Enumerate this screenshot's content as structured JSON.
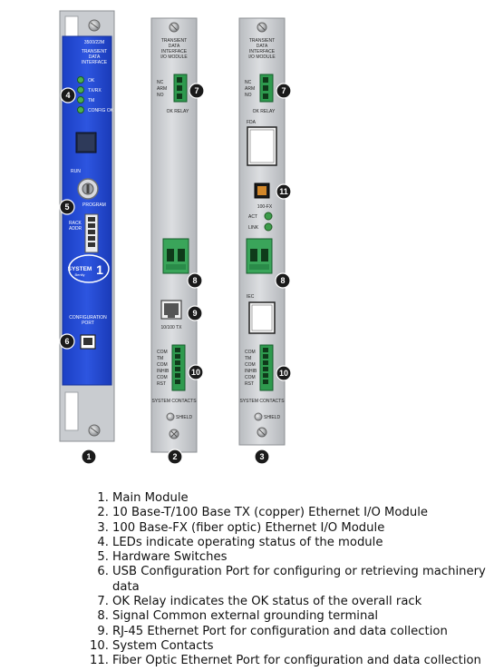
{
  "modules": {
    "main": {
      "header_code": "3500/22M",
      "title_line1": "TRANSIENT",
      "title_line2": "DATA",
      "title_line3": "INTERFACE",
      "leds": [
        "OK",
        "TX/RX",
        "TM",
        "CONFIG OK"
      ],
      "run_label": "RUN",
      "program_label": "PROGRAM",
      "rack_label1": "RACK",
      "rack_label2": "ADDR",
      "logo_text1": "SYSTEM",
      "logo_text2": "1",
      "logo_text3": "Bently",
      "config_label1": "CONFIGURATION",
      "config_label2": "PORT"
    },
    "io_copper": {
      "title1": "TRANSIENT",
      "title2": "DATA",
      "title3": "INTERFACE",
      "title4": "I/O MODULE",
      "relay_pins": [
        "NC",
        "ARM",
        "NO"
      ],
      "relay_label": "OK RELAY",
      "port_label": "10/100 TX",
      "contacts": [
        "COM",
        "TM",
        "COM",
        "INHIB",
        "COM",
        "RST"
      ],
      "contacts_label": "SYSTEM CONTACTS",
      "shield_label": "SHIELD"
    },
    "io_fiber": {
      "title1": "TRANSIENT",
      "title2": "DATA",
      "title3": "INTERFACE",
      "title4": "I/O MODULE",
      "relay_pins": [
        "NC",
        "ARM",
        "NO"
      ],
      "relay_label": "OK RELAY",
      "fda_label": "FDA",
      "fiber_label": "100-FX",
      "act_label": "ACT",
      "link_label": "LINK",
      "iec_label": "IEC",
      "contacts": [
        "COM",
        "TM",
        "COM",
        "INHIB",
        "COM",
        "RST"
      ],
      "contacts_label": "SYSTEM CONTACTS",
      "shield_label": "SHIELD"
    }
  },
  "callouts": {
    "c1": "1",
    "c2": "2",
    "c3": "3",
    "c4": "4",
    "c5": "5",
    "c6": "6",
    "c7a": "7",
    "c7b": "7",
    "c8a": "8",
    "c8b": "8",
    "c9": "9",
    "c10a": "10",
    "c10b": "10",
    "c11": "11"
  },
  "legend": [
    {
      "num": "1.",
      "text": "Main Module"
    },
    {
      "num": "2.",
      "text": "10 Base-T/100 Base TX (copper) Ethernet I/O Module"
    },
    {
      "num": "3.",
      "text": "100 Base-FX (fiber optic) Ethernet I/O Module"
    },
    {
      "num": "4.",
      "text": "LEDs indicate operating status of the module"
    },
    {
      "num": "5.",
      "text": "Hardware Switches"
    },
    {
      "num": "6.",
      "text": "USB Configuration Port for configuring or retrieving machinery data"
    },
    {
      "num": "7.",
      "text": "OK Relay indicates the OK status of the overall rack"
    },
    {
      "num": "8.",
      "text": "Signal Common external grounding terminal"
    },
    {
      "num": "9.",
      "text": "RJ-45 Ethernet Port for configuration and data collection"
    },
    {
      "num": "10.",
      "text": "System Contacts"
    },
    {
      "num": "11.",
      "text": "Fiber Optic Ethernet Port for configuration and data collection"
    }
  ]
}
